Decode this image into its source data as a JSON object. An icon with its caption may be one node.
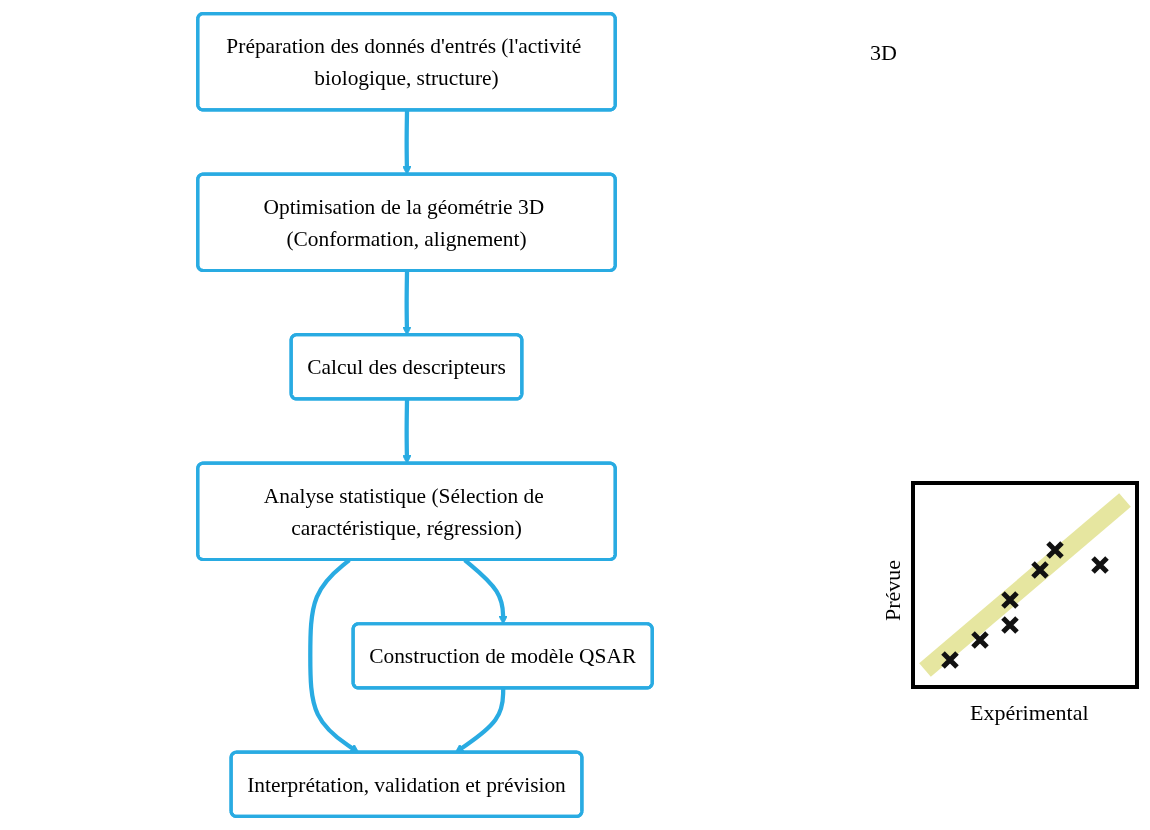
{
  "diagram": {
    "nodes": [
      {
        "text": [
          "Préparation des donnés d'entrés (l'activité biologique, structure)"
        ]
      },
      {
        "text": [
          "Optimisation de la géométrie 3D (Conformation, alignement)"
        ]
      },
      {
        "text": [
          "Calcul des descripteurs"
        ]
      },
      {
        "text": [
          "Analyse statistique (Sélection de caractéristique, régression)"
        ]
      },
      {
        "text": [
          "Construction de modèle QSAR"
        ]
      },
      {
        "text": [
          "Interprétation, validation et prévision"
        ]
      }
    ],
    "edges": [
      {
        "from": 0,
        "to": 1,
        "arrow": "to"
      },
      {
        "from": 1,
        "to": 2,
        "arrow": "to"
      },
      {
        "from": 2,
        "to": 3,
        "arrow": "to"
      },
      {
        "from": 3,
        "to": 4,
        "arrow": "to"
      },
      {
        "from": 3,
        "to": 5,
        "arrow": "to"
      },
      {
        "from": 4,
        "to": 5,
        "arrow": "to"
      }
    ],
    "labels": [
      "3D",
      "Prévue",
      "Expérimental"
    ]
  }
}
